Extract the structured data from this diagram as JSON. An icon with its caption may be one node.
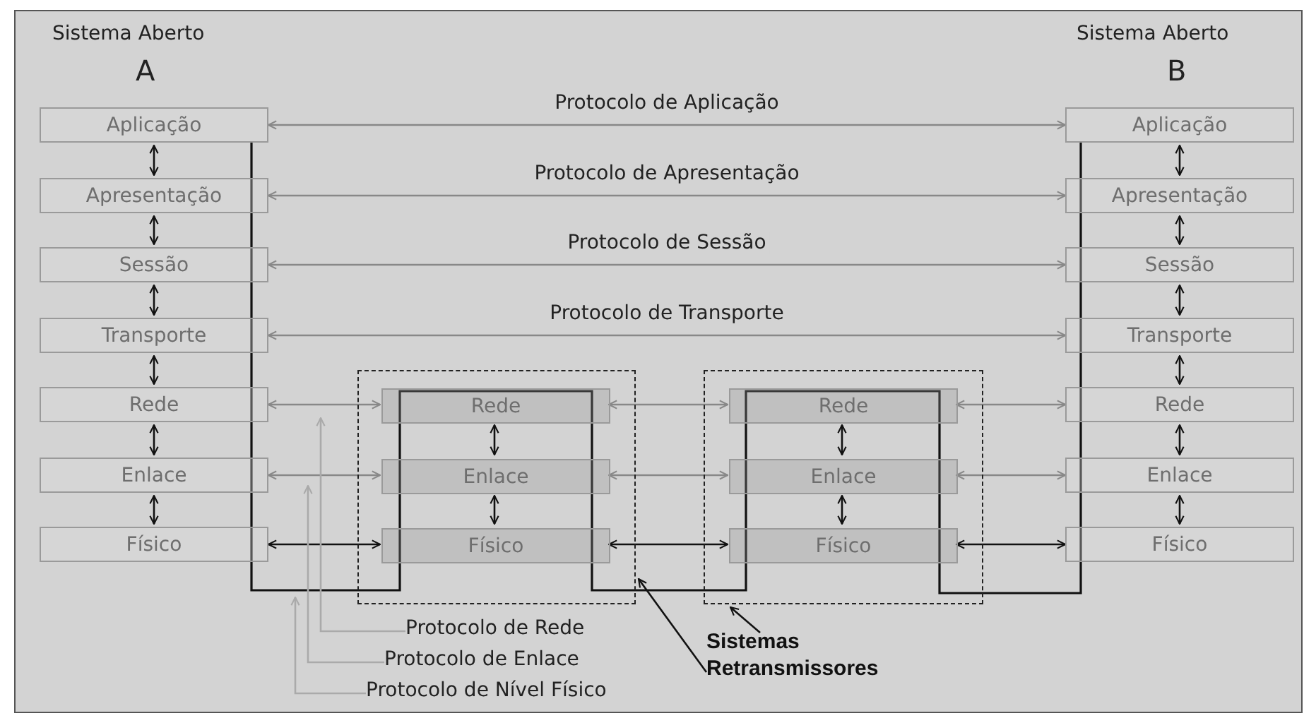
{
  "diagram": {
    "nodes": [
      {
        "text": [
          "Aplicação"
        ]
      },
      {
        "text": [
          "Apresentação"
        ]
      },
      {
        "text": [
          "Sessão"
        ]
      },
      {
        "text": [
          "Transporte"
        ]
      },
      {
        "text": [
          "Rede"
        ]
      },
      {
        "text": [
          "Enlace"
        ]
      },
      {
        "text": [
          "Físico"
        ]
      },
      {
        "text": [
          "Aplicação"
        ]
      },
      {
        "text": [
          "Apresentação"
        ]
      },
      {
        "text": [
          "Sessão"
        ]
      },
      {
        "text": [
          "Transporte"
        ]
      },
      {
        "text": [
          "Rede"
        ]
      },
      {
        "text": [
          "Enlace"
        ]
      },
      {
        "text": [
          "Físico"
        ]
      },
      {
        "text": [],
        "shape": "box"
      },
      {
        "text": [
          "Rede"
        ],
        "in": 14
      },
      {
        "text": [
          "Enlace"
        ],
        "in": 14
      },
      {
        "text": [
          "Físico"
        ],
        "in": 14
      },
      {
        "text": [],
        "shape": "box"
      },
      {
        "text": [
          "Rede"
        ],
        "in": 18
      },
      {
        "text": [
          "Enlace"
        ],
        "in": 18
      },
      {
        "text": [
          "Físico"
        ],
        "in": 18
      },
      {
        "text": [
          "Protocolo de Rede"
        ]
      },
      {
        "text": [
          "Protocolo de Enlace"
        ]
      },
      {
        "text": [
          "Protocolo de Nível Físico"
        ]
      },
      {
        "text": [
          "Sistemas Retransmissores"
        ]
      }
    ],
    "edges": [
      {
        "from": 0,
        "to": 1,
        "arrow": "both"
      },
      {
        "from": 1,
        "to": 2,
        "arrow": "both"
      },
      {
        "from": 2,
        "to": 3,
        "arrow": "both"
      },
      {
        "from": 3,
        "to": 4,
        "arrow": "both"
      },
      {
        "from": 4,
        "to": 5,
        "arrow": "both"
      },
      {
        "from": 5,
        "to": 6,
        "arrow": "both"
      },
      {
        "from": 7,
        "to": 8,
        "arrow": "both"
      },
      {
        "from": 8,
        "to": 9,
        "arrow": "both"
      },
      {
        "from": 9,
        "to": 10,
        "arrow": "both"
      },
      {
        "from": 10,
        "to": 11,
        "arrow": "both"
      },
      {
        "from": 11,
        "to": 12,
        "arrow": "both"
      },
      {
        "from": 12,
        "to": 13,
        "arrow": "both"
      },
      {
        "from": 15,
        "to": 16,
        "arrow": "both"
      },
      {
        "from": 16,
        "to": 17,
        "arrow": "both"
      },
      {
        "from": 19,
        "to": 20,
        "arrow": "both"
      },
      {
        "from": 20,
        "to": 21,
        "arrow": "both"
      },
      {
        "from": 0,
        "to": 7,
        "arrow": "both",
        "label": "Protocolo de Aplicação",
        "color": "#888888"
      },
      {
        "from": 1,
        "to": 8,
        "arrow": "both",
        "label": "Protocolo de Apresentação",
        "color": "#888888"
      },
      {
        "from": 2,
        "to": 9,
        "arrow": "both",
        "label": "Protocolo de Sessão",
        "color": "#888888"
      },
      {
        "from": 3,
        "to": 10,
        "arrow": "both",
        "label": "Protocolo de Transporte",
        "color": "#888888"
      },
      {
        "from": 4,
        "to": 15,
        "arrow": "both",
        "color": "#888888"
      },
      {
        "from": 15,
        "to": 19,
        "arrow": "both",
        "color": "#888888"
      },
      {
        "from": 19,
        "to": 11,
        "arrow": "both",
        "color": "#888888"
      },
      {
        "from": 5,
        "to": 16,
        "arrow": "both",
        "color": "#888888"
      },
      {
        "from": 16,
        "to": 20,
        "arrow": "both",
        "color": "#888888"
      },
      {
        "from": 20,
        "to": 12,
        "arrow": "both",
        "color": "#888888"
      },
      {
        "from": 6,
        "to": 17,
        "arrow": "both"
      },
      {
        "from": 17,
        "to": 21,
        "arrow": "both"
      },
      {
        "from": 21,
        "to": 13,
        "arrow": "both"
      },
      {
        "from": 22,
        "to": null,
        "arrow": "to",
        "color": "#aaaaaa"
      },
      {
        "from": 23,
        "to": null,
        "arrow": "to",
        "color": "#aaaaaa"
      },
      {
        "from": 24,
        "to": null,
        "arrow": "to",
        "color": "#aaaaaa"
      },
      {
        "from": 25,
        "to": 14,
        "arrow": "to"
      },
      {
        "from": 25,
        "to": 18,
        "arrow": "to"
      }
    ],
    "labels": [
      "Sistema Aberto",
      "A",
      "Sistema Aberto",
      "B"
    ]
  }
}
